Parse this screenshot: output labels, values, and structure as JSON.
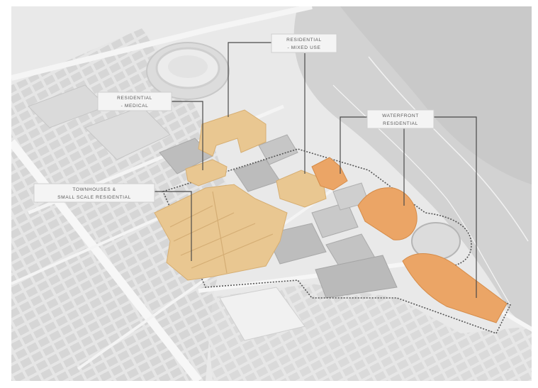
{
  "labels": {
    "residential_mixed_use": [
      "RESIDENTIAL",
      "- MIXED USE"
    ],
    "residential_medical": [
      "RESIDENTIAL",
      "- MEDICAL"
    ],
    "waterfront_residential": [
      "WATERFRONT",
      "RESIDENTIAL"
    ],
    "townhouses_small_scale": [
      "TOWNHOUSES &",
      "SMALL SCALE RESIDENTIAL"
    ]
  },
  "colors": {
    "frame": "#ffffff",
    "land": "#e9e9e9",
    "river": "#cfcfcf",
    "building": "#d3d3d3",
    "site_building": "#b9b9b9",
    "residential": "#e9c791",
    "waterfront": "#eba566",
    "leader": "#4a4a4a"
  },
  "icons": [
    "leader-line",
    "site-boundary-dashed"
  ]
}
